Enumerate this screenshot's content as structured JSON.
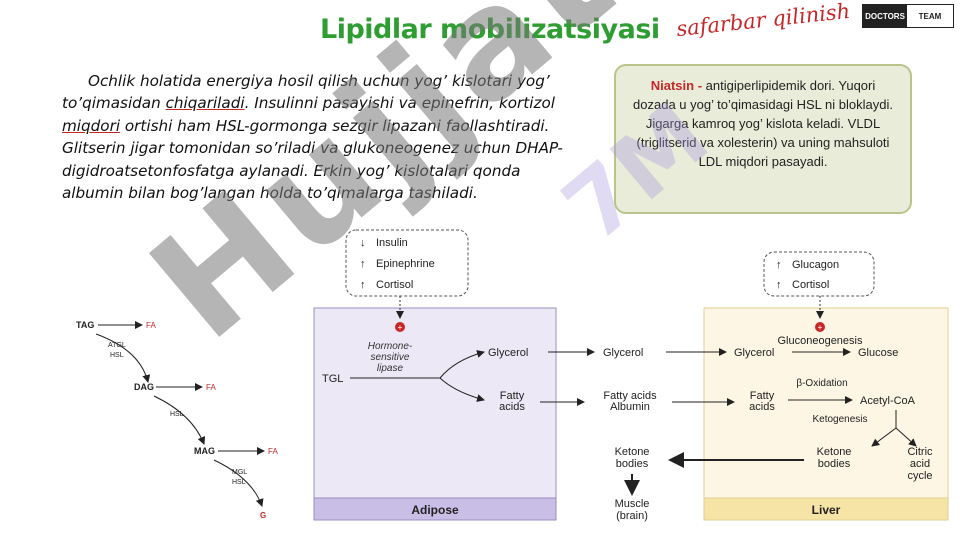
{
  "title": "Lipidlar mobilizatsiyasi",
  "handwriting": "safarbar qilinish",
  "logo": {
    "left": "DOCTORS",
    "right": "TEAM"
  },
  "paragraph": {
    "l1": "Ochlik holatida energiya hosil qilish uchun yog’ kislotari",
    "l2a": "yog’ to’qimasidan",
    "l2b": "chiqariladi",
    "l2c": ". Insulinni pasayishi va epinefrin,",
    "l3a": "kortizol",
    "l3b": "miqdori",
    "l3c": "ortishi ham HSL-gormonga sezgir lipazani",
    "l4": "faollashtiradi. Glitserin jigar tomonidan so’riladi va",
    "l5": "glukoneogenez uchun DHAP-digidroatsetonfosfatga aylanadi.",
    "l6": "Erkin yog’ kislotalari qonda albumin bilan bog’langan holda",
    "l7": "to’qimalarga tashiladi."
  },
  "niatsin": {
    "name": "Niatsin -",
    "text": "antigiperlipidemik dori. Yuqori dozada u yog’ to’qimasidagi HSL ni bloklaydi. Jigarga kamroq yog’ kislota keladi. VLDL (triglitserid va xolesterin) va uning mahsuloti LDL miqdori pasayadi."
  },
  "left_diagram": {
    "tag": "TAG",
    "dag": "DAG",
    "mag": "MAG",
    "g": "G",
    "fa": "FA",
    "enz1a": "ATGL",
    "enz1b": "HSL",
    "enz2": "HSL",
    "enz3a": "MGL",
    "enz3b": "HSL"
  },
  "regulators_adipose": [
    "Insulin",
    "Epinephrine",
    "Cortisol"
  ],
  "regulators_liver": [
    "Glucagon",
    "Cortisol"
  ],
  "adipose": {
    "label": "Adipose",
    "plus": "+",
    "hsl": [
      "Hormone-",
      "sensitive",
      "lipase"
    ],
    "tgl": "TGL",
    "glycerol": "Glycerol",
    "fatty": [
      "Fatty",
      "acids"
    ]
  },
  "blood": {
    "glycerol": "Glycerol",
    "fatty": [
      "Fatty acids",
      "Albumin"
    ],
    "ketone": [
      "Ketone",
      "bodies"
    ],
    "muscle": [
      "Muscle",
      "(brain)"
    ]
  },
  "liver": {
    "label": "Liver",
    "plus": "+",
    "gluconeo": "Gluconeogenesis",
    "glycerol": "Glycerol",
    "glucose": "Glucose",
    "boxidation": "β-Oxidation",
    "fatty": [
      "Fatty",
      "acids"
    ],
    "acetyl": "Acetyl-CoA",
    "ketogenesis": "Ketogenesis",
    "ketone": [
      "Ketone",
      "bodies"
    ],
    "citric": [
      "Citric",
      "acid",
      "cycle"
    ]
  },
  "watermark": "Hujjat",
  "watermark2": "7M",
  "colors": {
    "title": "#2f9e32",
    "red": "#c62828",
    "adipose_bg": "#ece8f6",
    "liver_bg": "#fdf6e4"
  }
}
